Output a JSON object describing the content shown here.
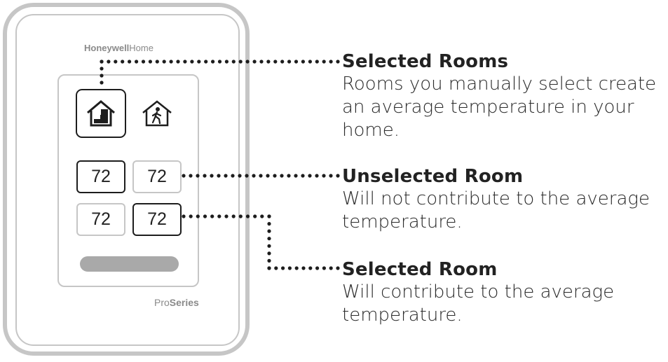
{
  "device": {
    "brand_bold": "Honeywell",
    "brand_light": "Home",
    "series_light": "Pro",
    "series_bold": "Series",
    "mode_icons": [
      "home-rooms-icon",
      "person-in-house-icon"
    ],
    "rooms": [
      {
        "value": "72",
        "selected": true
      },
      {
        "value": "72",
        "selected": false
      },
      {
        "value": "72",
        "selected": false
      },
      {
        "value": "72",
        "selected": true
      }
    ]
  },
  "callouts": [
    {
      "title": "Selected Rooms",
      "lines": [
        "Rooms you manually select create",
        "an average temperature in your",
        "home."
      ]
    },
    {
      "title": "Unselected Room",
      "lines": [
        "Will not contribute to the average",
        "temperature."
      ]
    },
    {
      "title": "Selected Room",
      "lines": [
        "Will contribute to the average",
        "temperature."
      ]
    }
  ]
}
